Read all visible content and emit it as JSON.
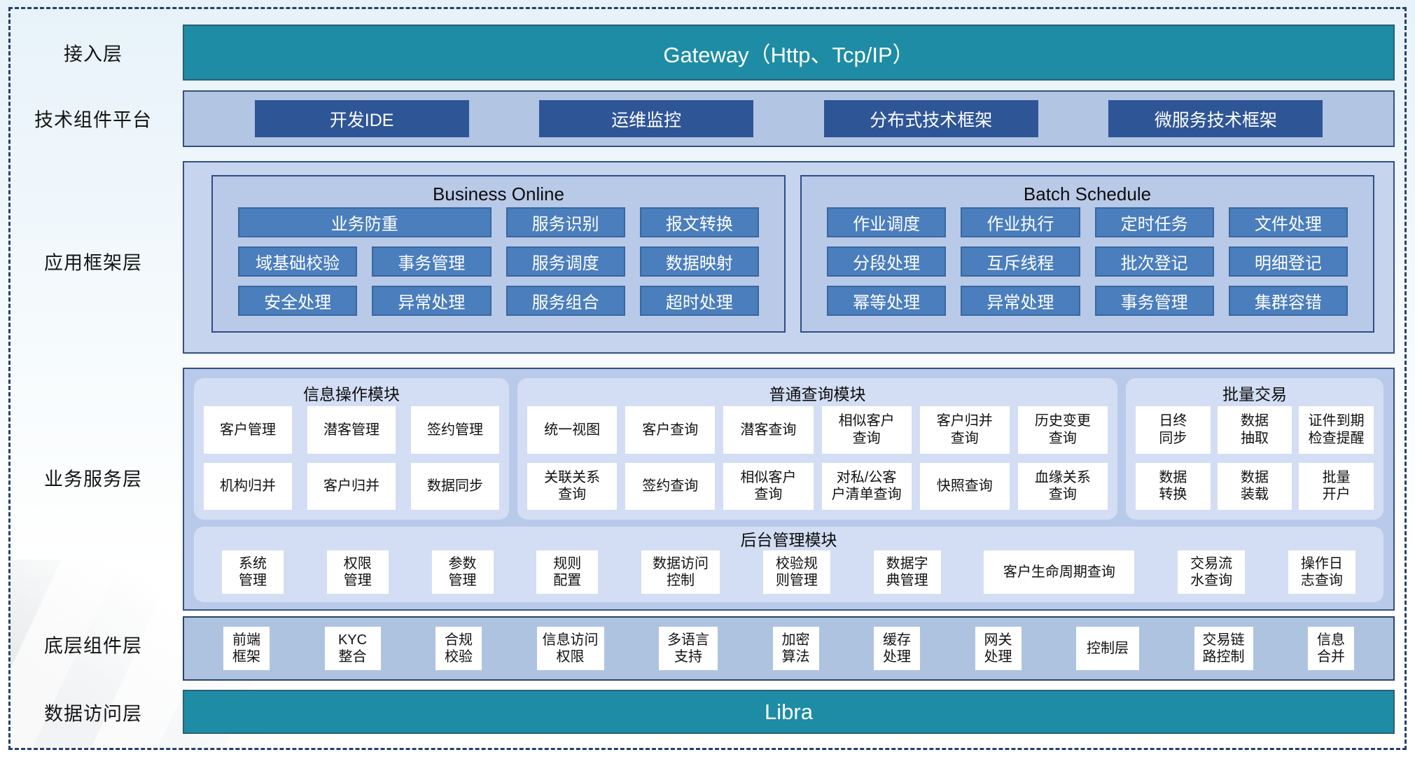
{
  "colors": {
    "teal_bar": "#1e8ca4",
    "navy_button": "#2e5596",
    "steel_button": "#4a7ebd",
    "band_fill": "#b2c5e2",
    "panel_fill": "#b9c9e8",
    "module_fill": "#d3def4",
    "border_navy": "#33517f"
  },
  "layer_labels": {
    "access": "接入层",
    "tech_platform": "技术组件平台",
    "app_framework": "应用框架层",
    "business_service": "业务服务层",
    "base_components": "底层组件层",
    "data_access": "数据访问层"
  },
  "access": {
    "gateway": "Gateway（Http、Tcp/IP）"
  },
  "tech_platform": {
    "buttons": [
      "开发IDE",
      "运维监控",
      "分布式技术框架",
      "微服务技术框架"
    ]
  },
  "app_framework": {
    "business_online": {
      "title": "Business Online",
      "row1": [
        "业务防重",
        "服务识别",
        "报文转换"
      ],
      "row2": [
        "域基础校验",
        "事务管理",
        "服务调度",
        "数据映射"
      ],
      "row3": [
        "安全处理",
        "异常处理",
        "服务组合",
        "超时处理"
      ]
    },
    "batch_schedule": {
      "title": "Batch Schedule",
      "row1": [
        "作业调度",
        "作业执行",
        "定时任务",
        "文件处理"
      ],
      "row2": [
        "分段处理",
        "互斥线程",
        "批次登记",
        "明细登记"
      ],
      "row3": [
        "幂等处理",
        "异常处理",
        "事务管理",
        "集群容错"
      ]
    }
  },
  "business_service": {
    "info_module": {
      "title": "信息操作模块",
      "row1": [
        "客户管理",
        "潜客管理",
        "签约管理"
      ],
      "row2": [
        "机构归并",
        "客户归并",
        "数据同步"
      ]
    },
    "query_module": {
      "title": "普通查询模块",
      "row1": [
        "统一视图",
        "客户查询",
        "潜客查询",
        "相似客户\n查询",
        "客户归并\n查询",
        "历史变更\n查询"
      ],
      "row2": [
        "关联关系\n查询",
        "签约查询",
        "相似客户\n查询",
        "对私/公客\n户清单查询",
        "快照查询",
        "血缘关系\n查询"
      ]
    },
    "batch_module": {
      "title": "批量交易",
      "row1": [
        "日终\n同步",
        "数据\n抽取",
        "证件到期\n检查提醒"
      ],
      "row2": [
        "数据\n转换",
        "数据\n装载",
        "批量\n开户"
      ]
    },
    "admin_module": {
      "title": "后台管理模块",
      "buttons": [
        "系统\n管理",
        "权限\n管理",
        "参数\n管理",
        "规则\n配置",
        "数据访问\n控制",
        "校验规\n则管理",
        "数据字\n典管理",
        "客户生命周期查询",
        "交易流\n水查询",
        "操作日\n志查询"
      ]
    }
  },
  "base_components": {
    "buttons": [
      "前端\n框架",
      "KYC\n整合",
      "合规\n校验",
      "信息访问\n权限",
      "多语言\n支持",
      "加密\n算法",
      "缓存\n处理",
      "网关\n处理",
      "控制层",
      "交易链\n路控制",
      "信息\n合并"
    ]
  },
  "data_access": {
    "bar": "Libra"
  }
}
